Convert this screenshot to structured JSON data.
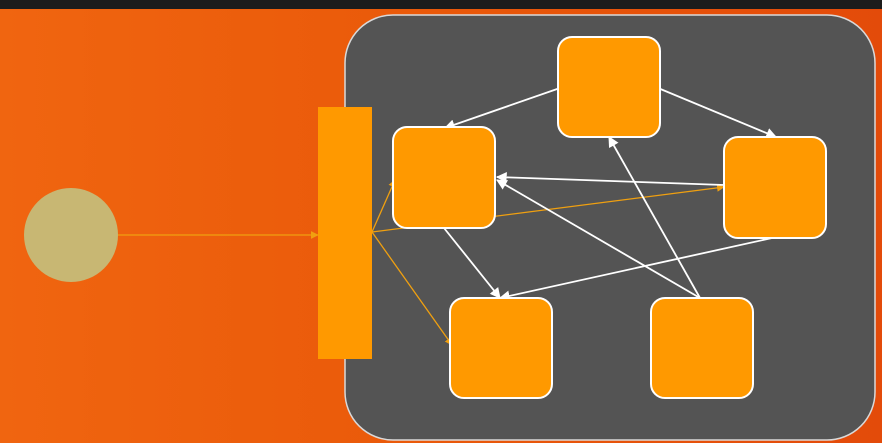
{
  "colors": {
    "background_left": "#f06510",
    "background_right": "#e34b0a",
    "top_bar": "#1c1c1c",
    "panel_fill": "#545454",
    "panel_stroke": "#d9d9d9",
    "node_fill": "#ff9900",
    "node_stroke": "#ffffff",
    "source_circle": "#c8b773",
    "gateway_bar": "#ff9900",
    "orange_arrow": "#f0a010",
    "white_arrow": "#ffffff"
  },
  "diagram": {
    "source": {
      "shape": "circle",
      "label": ""
    },
    "gateway": {
      "shape": "vertical-bar",
      "label": ""
    },
    "nodes": [
      {
        "id": "top",
        "label": ""
      },
      {
        "id": "left",
        "label": ""
      },
      {
        "id": "right",
        "label": ""
      },
      {
        "id": "bottom-left",
        "label": ""
      },
      {
        "id": "bottom-right",
        "label": ""
      }
    ],
    "edges": [
      {
        "from": "source",
        "to": "gateway",
        "style": "orange"
      },
      {
        "from": "gateway",
        "to": "left",
        "style": "orange"
      },
      {
        "from": "gateway",
        "to": "right",
        "style": "orange"
      },
      {
        "from": "gateway",
        "to": "bottom-left",
        "style": "orange"
      },
      {
        "from": "top",
        "to": "left",
        "style": "white"
      },
      {
        "from": "top",
        "to": "right",
        "style": "white"
      },
      {
        "from": "right",
        "to": "left",
        "style": "white"
      },
      {
        "from": "right",
        "to": "bottom-left",
        "style": "white"
      },
      {
        "from": "left",
        "to": "bottom-left",
        "style": "white"
      },
      {
        "from": "bottom-right",
        "to": "top",
        "style": "white"
      },
      {
        "from": "bottom-right",
        "to": "left",
        "style": "white"
      }
    ]
  }
}
